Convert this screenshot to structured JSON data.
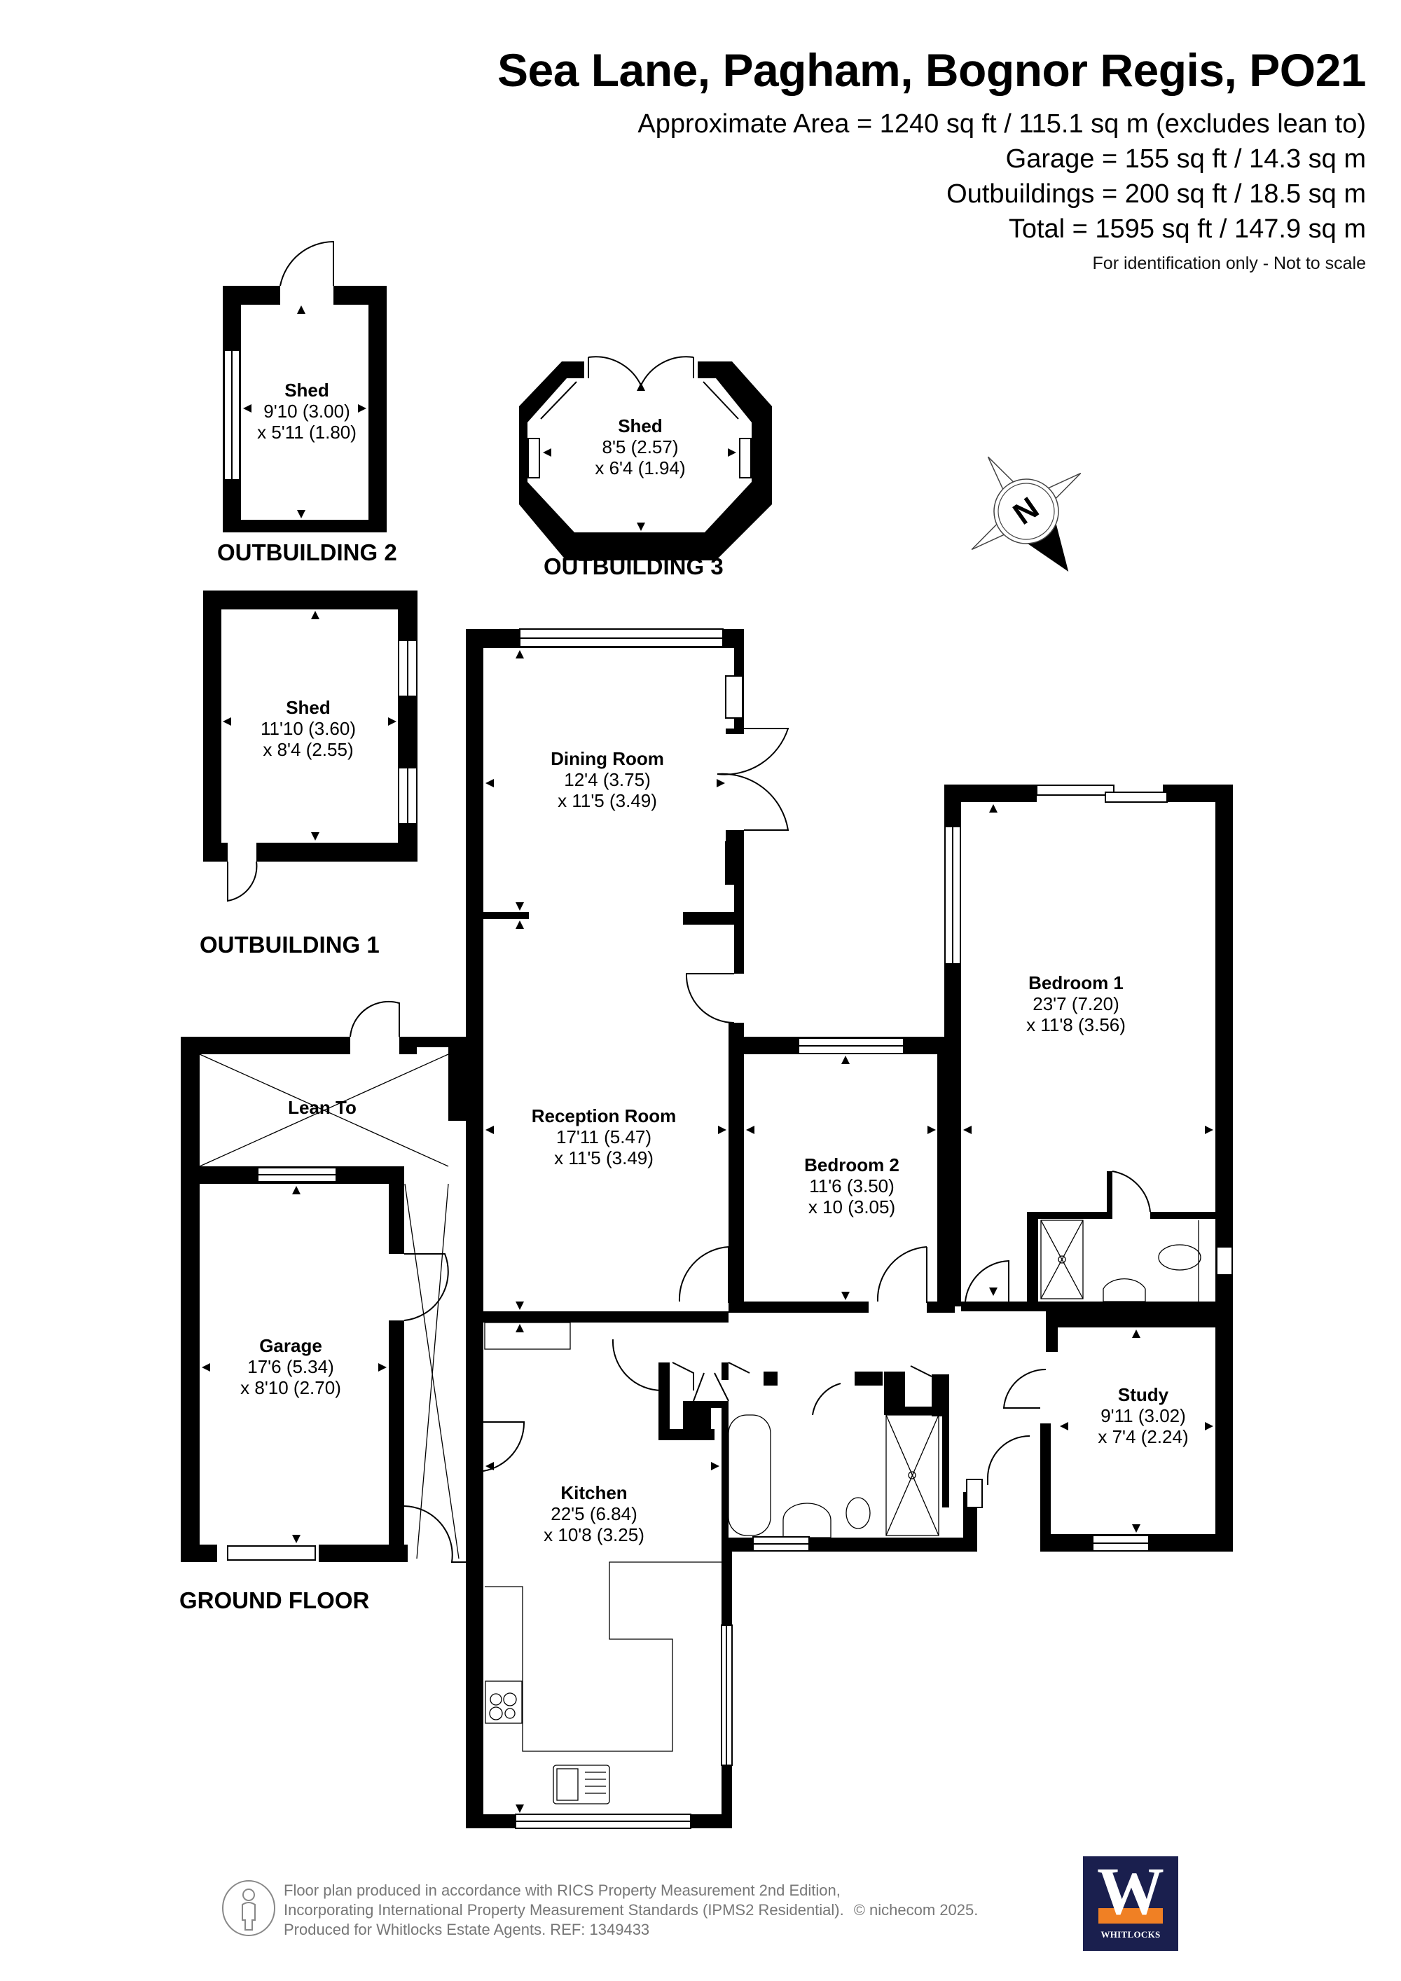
{
  "header": {
    "title": "Sea Lane, Pagham, Bognor Regis, PO21",
    "areas": [
      "Approximate Area = 1240 sq ft / 115.1 sq m (excludes lean to)",
      "Garage  = 155 sq ft / 14.3 sq m",
      "Outbuildings = 200 sq ft / 18.5 sq m",
      "Total = 1595 sq ft / 147.9 sq m"
    ],
    "disclaimer": "For identification only - Not to scale"
  },
  "compass": {
    "label": "N",
    "icon": "north-compass-icon"
  },
  "outbuildings": [
    {
      "label": "OUTBUILDING 1",
      "room": {
        "name": "Shed",
        "dim1": "11'10 (3.60)",
        "dim2": "x 8'4 (2.55)"
      }
    },
    {
      "label": "OUTBUILDING 2",
      "room": {
        "name": "Shed",
        "dim1": "9'10 (3.00)",
        "dim2": "x 5'11 (1.80)"
      }
    },
    {
      "label": "OUTBUILDING 3",
      "room": {
        "name": "Shed",
        "dim1": "8'5 (2.57)",
        "dim2": "x 6'4 (1.94)"
      }
    }
  ],
  "ground_floor": {
    "label": "GROUND FLOOR",
    "rooms": {
      "dining": {
        "name": "Dining Room",
        "dim1": "12'4 (3.75)",
        "dim2": "x 11'5 (3.49)"
      },
      "reception": {
        "name": "Reception Room",
        "dim1": "17'11 (5.47)",
        "dim2": "x 11'5 (3.49)"
      },
      "bedroom1": {
        "name": "Bedroom 1",
        "dim1": "23'7 (7.20)",
        "dim2": "x 11'8 (3.56)"
      },
      "bedroom2": {
        "name": "Bedroom 2",
        "dim1": "11'6 (3.50)",
        "dim2": "x 10 (3.05)"
      },
      "study": {
        "name": "Study",
        "dim1": "9'11 (3.02)",
        "dim2": "x 7'4 (2.24)"
      },
      "kitchen": {
        "name": "Kitchen",
        "dim1": "22'5 (6.84)",
        "dim2": "x 10'8 (3.25)"
      },
      "garage": {
        "name": "Garage",
        "dim1": "17'6 (5.34)",
        "dim2": "x 8'10 (2.70)"
      },
      "leanto": {
        "name": "Lean To"
      }
    }
  },
  "footer": {
    "lines": [
      "Floor plan produced in accordance with RICS Property Measurement 2nd Edition,",
      "Incorporating International Property Measurement Standards (IPMS2 Residential).",
      "Produced for Whitlocks Estate Agents.   REF: 1349433"
    ],
    "copyright": "© nichecom 2025."
  },
  "logo": {
    "letter": "W",
    "brand": "WHITLOCKS",
    "colors": {
      "navy": "#1a1f4e",
      "orange": "#f08024"
    }
  }
}
